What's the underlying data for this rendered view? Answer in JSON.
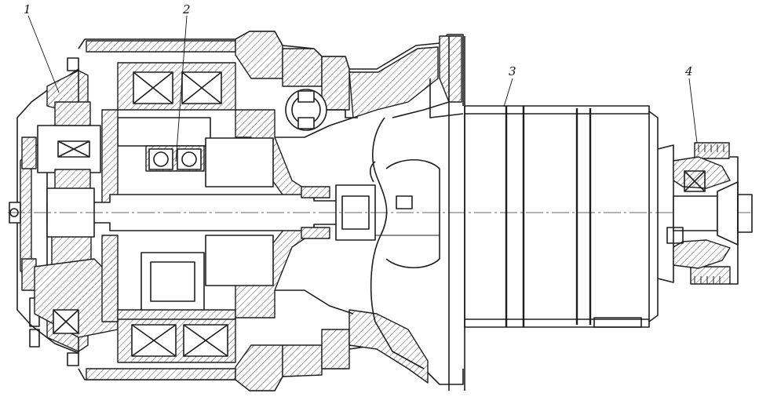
{
  "callouts": [
    {
      "id": "1",
      "label": "1"
    },
    {
      "id": "2",
      "label": "2"
    },
    {
      "id": "3",
      "label": "3"
    },
    {
      "id": "4",
      "label": "4"
    }
  ],
  "colors": {
    "line": "#1e1e1e",
    "background": "#ffffff"
  }
}
